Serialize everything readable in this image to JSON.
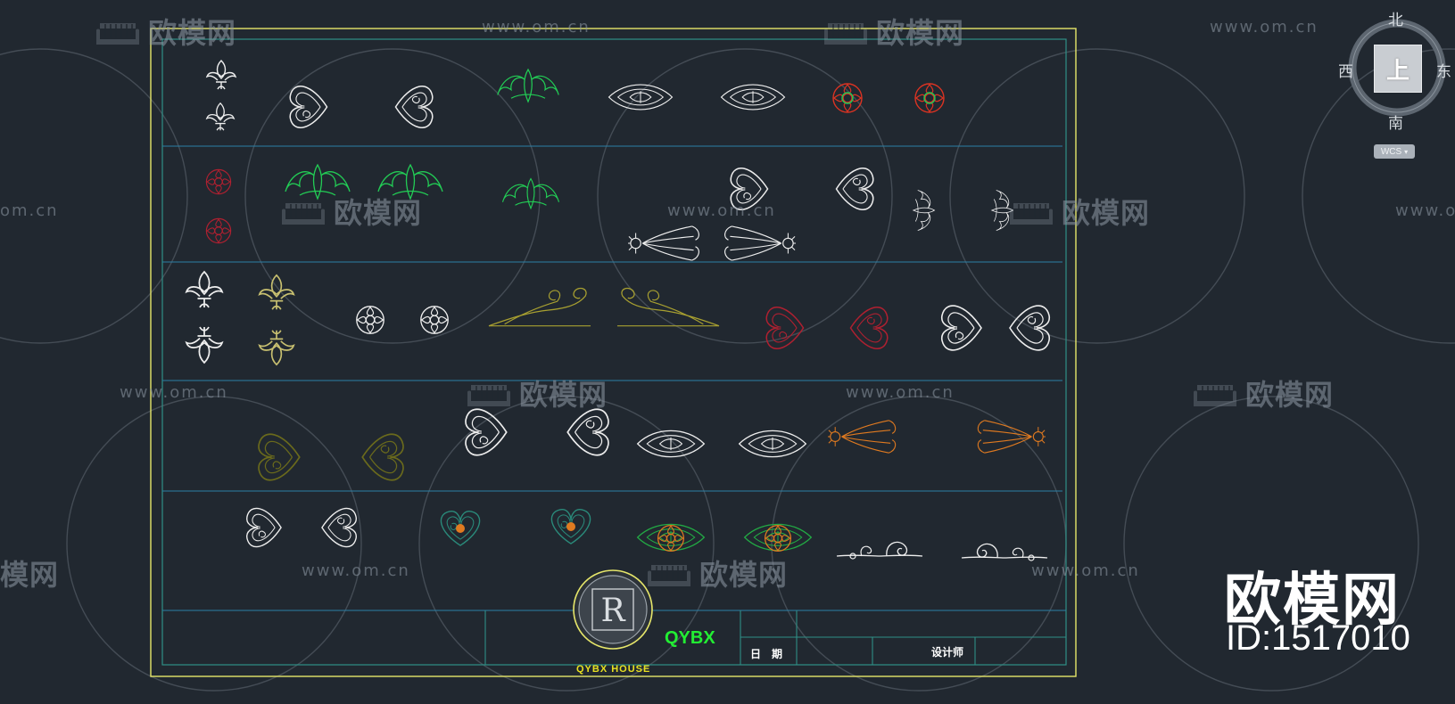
{
  "watermark": {
    "url_text": "www.om.cn",
    "logo_text": "欧模网",
    "url_short": "om.cn",
    "logo_partial": "模网"
  },
  "brand": {
    "big_logo": "欧模网",
    "id_text": "ID:1517010"
  },
  "viewcube": {
    "north": "北",
    "south": "南",
    "east": "东",
    "west": "西",
    "face": "上",
    "wcs": "WCS"
  },
  "title_block": {
    "project_code": "QYBX",
    "house_label": "QYBX  HOUSE",
    "date_label": "日　期",
    "designer_label": "设计师"
  },
  "colors": {
    "background": "#212830",
    "frame_outer": "#e6e66a",
    "frame_inner": "#2f8f86",
    "row_lines": "#2a7fa6",
    "white": "#eeeeee",
    "green": "#22cc55",
    "red": "#b02030",
    "orange": "#e07a20",
    "olive": "#9c9a2a",
    "teal": "#2a8a7a"
  },
  "icons": [
    "sofa-logo-icon",
    "compass-ring-icon",
    "fleur-de-lis-icon",
    "heart-scroll-icon",
    "acanthus-leaf-icon",
    "rosette-icon",
    "scroll-ornament-icon",
    "medallion-seal-icon"
  ]
}
